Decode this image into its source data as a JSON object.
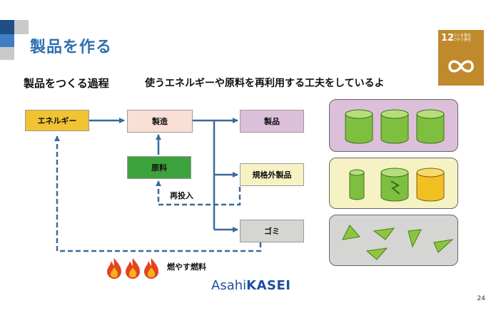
{
  "slide": {
    "title": "製品を作る",
    "subtitle": "製品をつくる過程",
    "subtitle2": "使うエネルギーや原料を再利用する工夫をしているよ",
    "page_number": "24"
  },
  "sdg_badge": {
    "number": "12",
    "line1": "つくる責任",
    "line2": "つかう責任",
    "color": "#c08a2c",
    "icon": "infinity-icon"
  },
  "nodes": {
    "energy": "エネルギー",
    "manufacturing": "製造",
    "raw_material": "原料",
    "product": "製品",
    "off_spec": "規格外製品",
    "waste": "ゴミ"
  },
  "edge_labels": {
    "reinput": "再投入",
    "burn_fuel": "燃やす燃料"
  },
  "panels": {
    "product_color": "#dcc0d9",
    "off_spec_color": "#f7f2c4",
    "waste_color": "#d5d5d3"
  },
  "logo": {
    "part1": "Asahi",
    "part2": "KASEI"
  }
}
